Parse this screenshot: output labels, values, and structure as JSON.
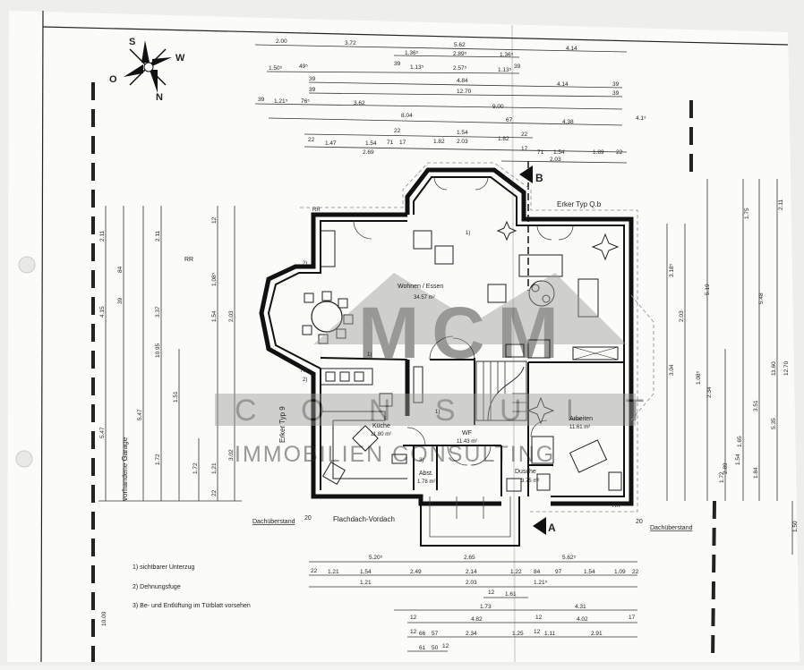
{
  "watermark": {
    "brand": "MCM",
    "line1": "C O N S U L T",
    "line2": "IMMOBILIEN CONSULTING"
  },
  "compass": {
    "s": "S",
    "w": "W",
    "o": "O",
    "n": "N"
  },
  "rooms": {
    "wohnen": {
      "name": "Wohnen / Essen",
      "area": "34.57 m²"
    },
    "kueche": {
      "name": "Küche",
      "area": "11.80 m²"
    },
    "wf": {
      "name": "WF",
      "area": "11.43 m²"
    },
    "abst": {
      "name": "Abst.",
      "area": "1.78 m²"
    },
    "dusche": {
      "name": "Dusche",
      "area": "3.75 m²"
    },
    "arbeiten": {
      "name": "Arbeiten",
      "area": "11.61 m²"
    }
  },
  "labels": {
    "erker_b": "Erker Typ Q.b",
    "erker_9": "Erker Typ 9",
    "garage": "vorhandene Garage",
    "flachdach": "Flachdach-Vordach",
    "ueberstand_left": "Dachüberstand",
    "ueberstand_left_val": "20",
    "ueberstand_right": "Dachüberstand",
    "ueberstand_right_val": "20",
    "section_a": "A",
    "section_b": "B",
    "rr": "RR",
    "marker_1": "1)",
    "marker_2": "2)",
    "marker_3": "3)"
  },
  "notes": [
    "1)  sichtbarer Unterzug",
    "2)  Dehnungsfuge",
    "3)  Be- und Entlüftung im Türblatt vorsehen"
  ],
  "top_dims": {
    "row1": [
      "2.00",
      "3.72",
      "5.62",
      "4.14"
    ],
    "row2": [
      "1.36⁵",
      "2.89⁵",
      "1.36⁵"
    ],
    "row3": [
      "1.50⁵",
      "49⁵",
      "39",
      "1.13⁵",
      "2.57⁵",
      "1.13⁵",
      "39"
    ],
    "row4": [
      "39",
      "4.84",
      "4.14",
      "39"
    ],
    "row5": [
      "39",
      "12.70",
      "39"
    ],
    "row6": [
      "39",
      "1.21⁵",
      "76⁵",
      "3.62",
      "9.00"
    ],
    "row7": [
      "8.04",
      "4.38",
      "4.1⁵",
      "67"
    ],
    "row8": [
      "22",
      "1.82",
      "1.54",
      "1.82",
      "22"
    ],
    "row9": [
      "22",
      "1.47",
      "1.54",
      "71",
      "17",
      "2.03",
      "17",
      "71",
      "1.54",
      "1.89",
      "22"
    ],
    "row10": [
      "2.69",
      "2.03"
    ]
  },
  "bottom_dims": {
    "row1": [
      "5.20⁵",
      "2.65",
      "5.62⁵"
    ],
    "row2": [
      "22",
      "1.21",
      "1.54",
      "2.49",
      "2.14",
      "1.22",
      "84",
      "97",
      "1.54",
      "1.09",
      "22"
    ],
    "row3": [
      "1.21",
      "2.03",
      "1.21⁵"
    ],
    "row4": [
      "12",
      "1.61"
    ],
    "row5": [
      "10.00",
      "1.73",
      "4.31"
    ],
    "row6": [
      "12",
      "4.82",
      "12",
      "4.02",
      "17"
    ],
    "row7": [
      "12",
      "66",
      "57",
      "2.34",
      "1.25",
      "12",
      "1.11",
      "2.91"
    ],
    "row8": [
      "61",
      "50",
      "12"
    ]
  },
  "left_dims": [
    "2.11",
    "4.15",
    "3.37",
    "10.95",
    "5.47",
    "1.72",
    "84",
    "39",
    "1.51",
    "1.72",
    "1.21",
    "1.54",
    "1.08⁵",
    "2.03",
    "3.02",
    "12",
    "22"
  ],
  "right_dims": [
    "3.18⁵",
    "5.19",
    "5.48",
    "3.04",
    "2.03",
    "1.08⁵",
    "2.34",
    "3.51",
    "1.54",
    "1.84",
    "1.72",
    "11.60",
    "12.70",
    "5.35",
    "1.65",
    "2.89",
    "1.50",
    "1.75",
    "2.11"
  ]
}
